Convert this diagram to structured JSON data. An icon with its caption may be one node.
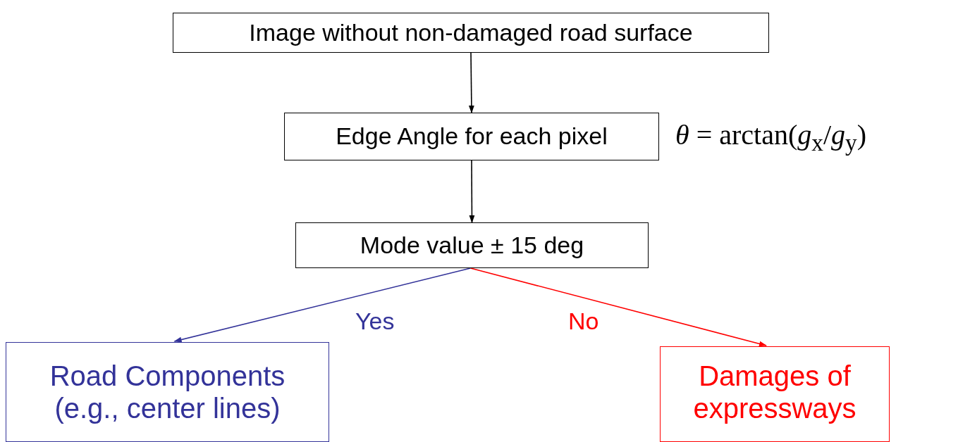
{
  "diagram": {
    "nodes": [
      {
        "text": [
          "Image without non-damaged road surface"
        ]
      },
      {
        "text": [
          "Edge Angle for each pixel"
        ],
        "beside": [
          "*θ* = arctan(*g*$_{x}$/*g*$_{y}$)"
        ]
      },
      {
        "text": [
          "Mode value ± 15 deg"
        ]
      },
      {
        "text": [
          "Road Components (e.g., center lines)"
        ]
      },
      {
        "text": [
          "Damages of expressways"
        ]
      }
    ],
    "edges": [
      {
        "from": 0,
        "to": 1,
        "arrow": "to"
      },
      {
        "from": 1,
        "to": 2,
        "arrow": "to"
      },
      {
        "from": 2,
        "to": 3,
        "arrow": "to",
        "label": "Yes",
        "color": "#333399"
      },
      {
        "from": 2,
        "to": 4,
        "arrow": "to",
        "label": "No",
        "color": "#ff0000"
      }
    ]
  }
}
